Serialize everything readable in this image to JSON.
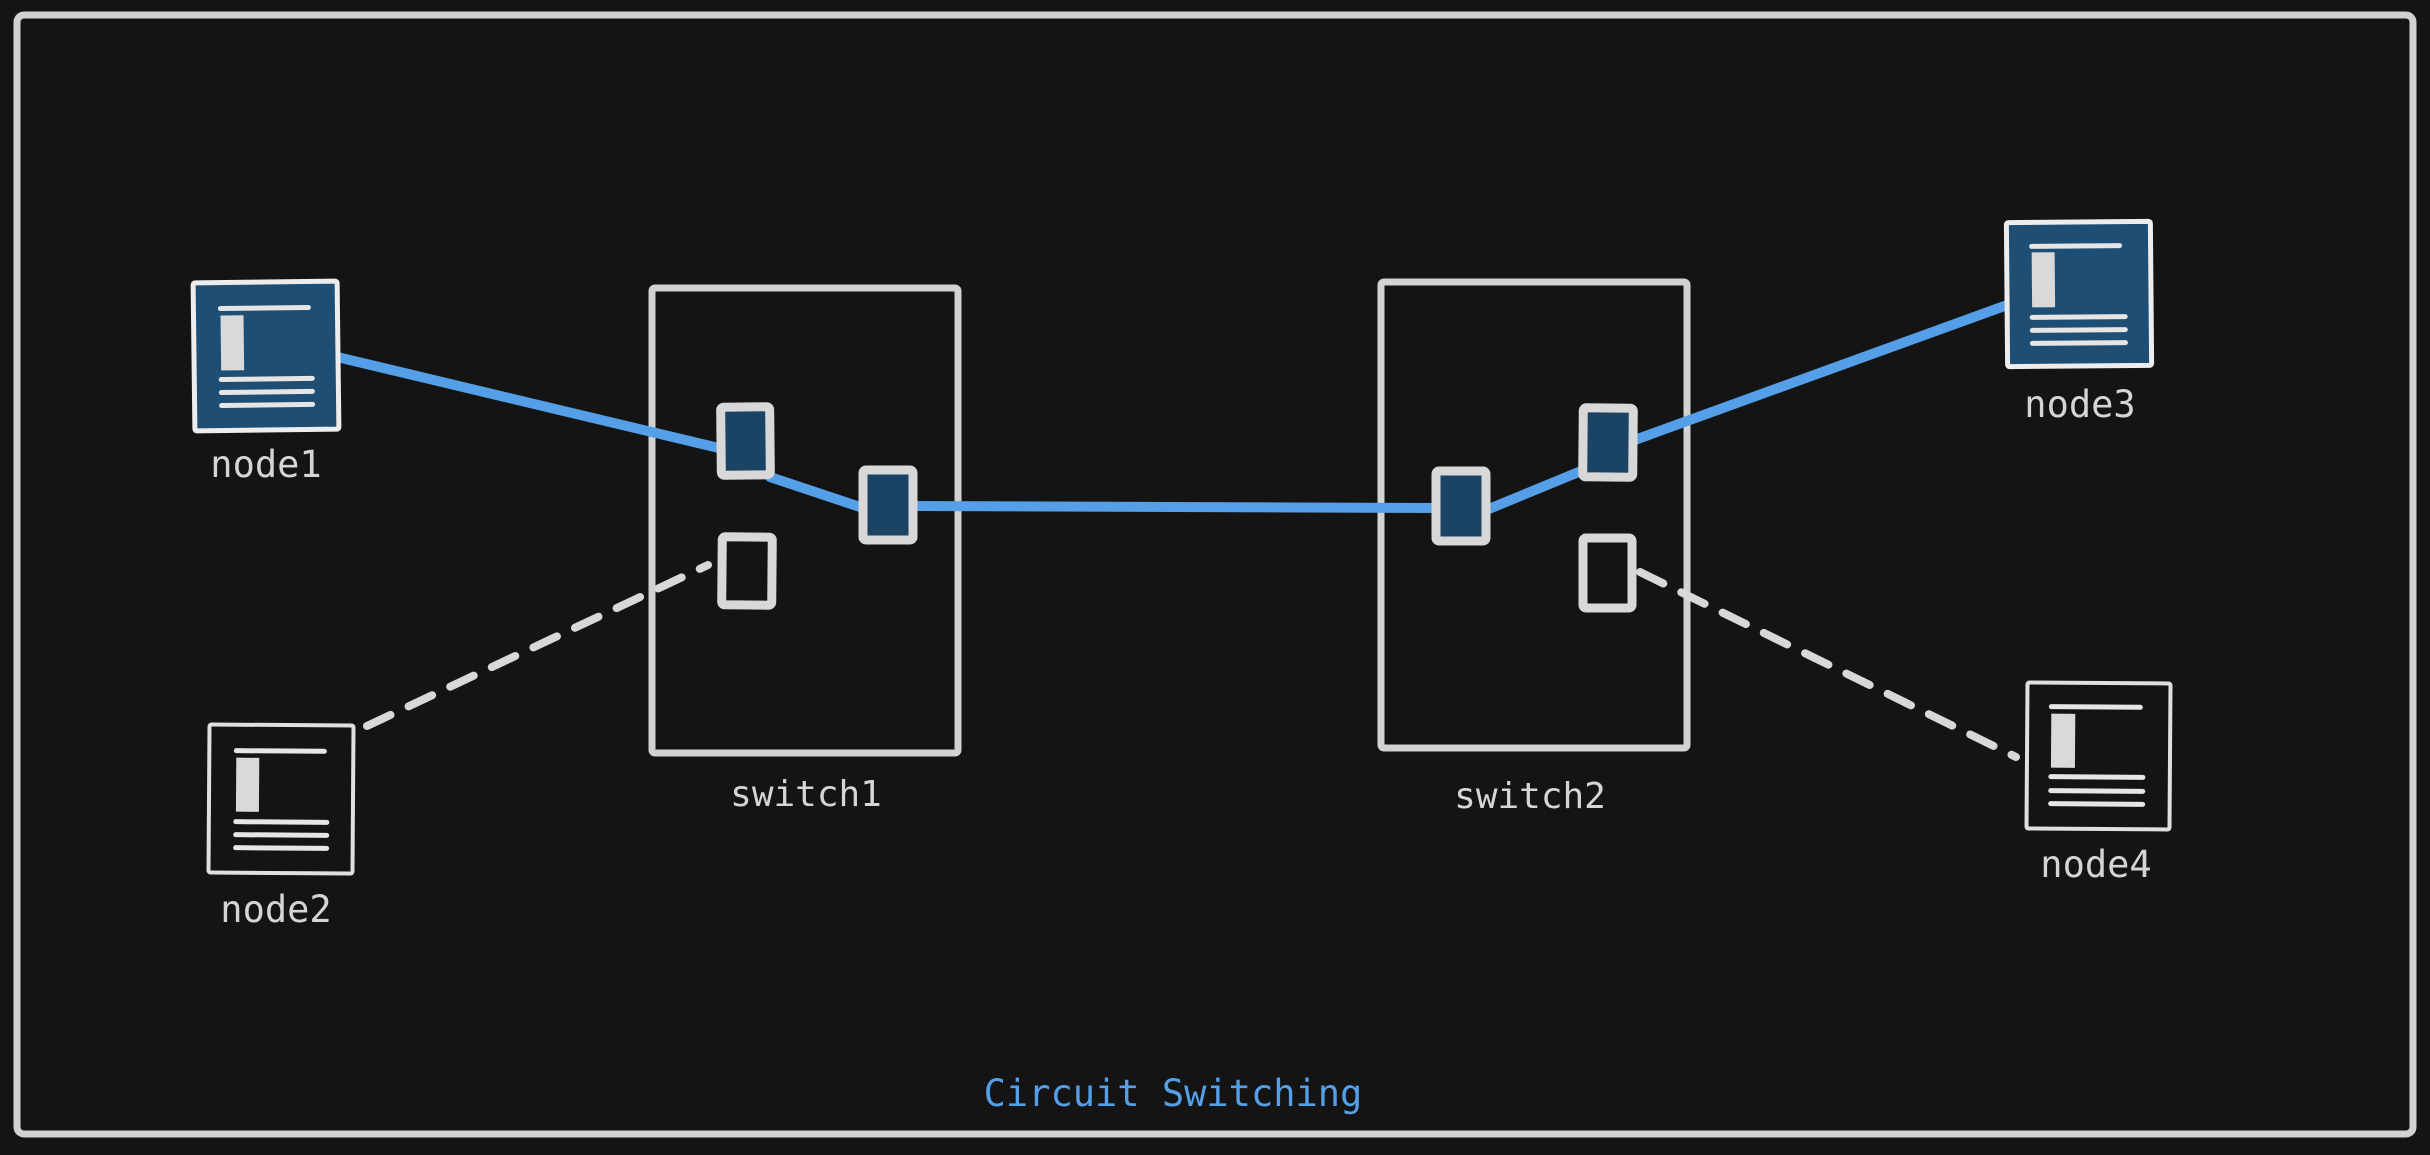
{
  "title": {
    "text": "Circuit Switching"
  },
  "diagram": {
    "nodes": [
      {
        "id": "node1",
        "label": "node1",
        "style": "filled",
        "position": "top-left"
      },
      {
        "id": "node2",
        "label": "node2",
        "style": "outline",
        "position": "bottom-left"
      },
      {
        "id": "node3",
        "label": "node3",
        "style": "filled",
        "position": "top-right"
      },
      {
        "id": "node4",
        "label": "node4",
        "style": "outline",
        "position": "bottom-right"
      }
    ],
    "switches": [
      {
        "id": "switch1",
        "label": "switch1",
        "ports": [
          "active",
          "active",
          "idle"
        ]
      },
      {
        "id": "switch2",
        "label": "switch2",
        "ports": [
          "active",
          "active",
          "idle"
        ]
      }
    ],
    "links": [
      {
        "from": "node1",
        "to": "switch1.port1",
        "type": "circuit"
      },
      {
        "from": "switch1.port1",
        "to": "switch1.port2",
        "type": "circuit"
      },
      {
        "from": "switch1.port2",
        "to": "switch2.port1",
        "type": "circuit"
      },
      {
        "from": "switch2.port1",
        "to": "switch2.port2",
        "type": "circuit"
      },
      {
        "from": "switch2.port2",
        "to": "node3",
        "type": "circuit"
      },
      {
        "from": "node2",
        "to": "switch1.port3",
        "type": "idle-dashed"
      },
      {
        "from": "switch2.port3",
        "to": "node4",
        "type": "idle-dashed"
      }
    ],
    "colors": {
      "background": "#141414",
      "frame": "#d2d2d2",
      "node_fill": "#1e4e74",
      "port_fill": "#1b4365",
      "circuit_line": "#549fe7",
      "idle_line": "#d8d8d8",
      "label_text": "#d5d5d5",
      "title_text": "#549fe7"
    }
  }
}
